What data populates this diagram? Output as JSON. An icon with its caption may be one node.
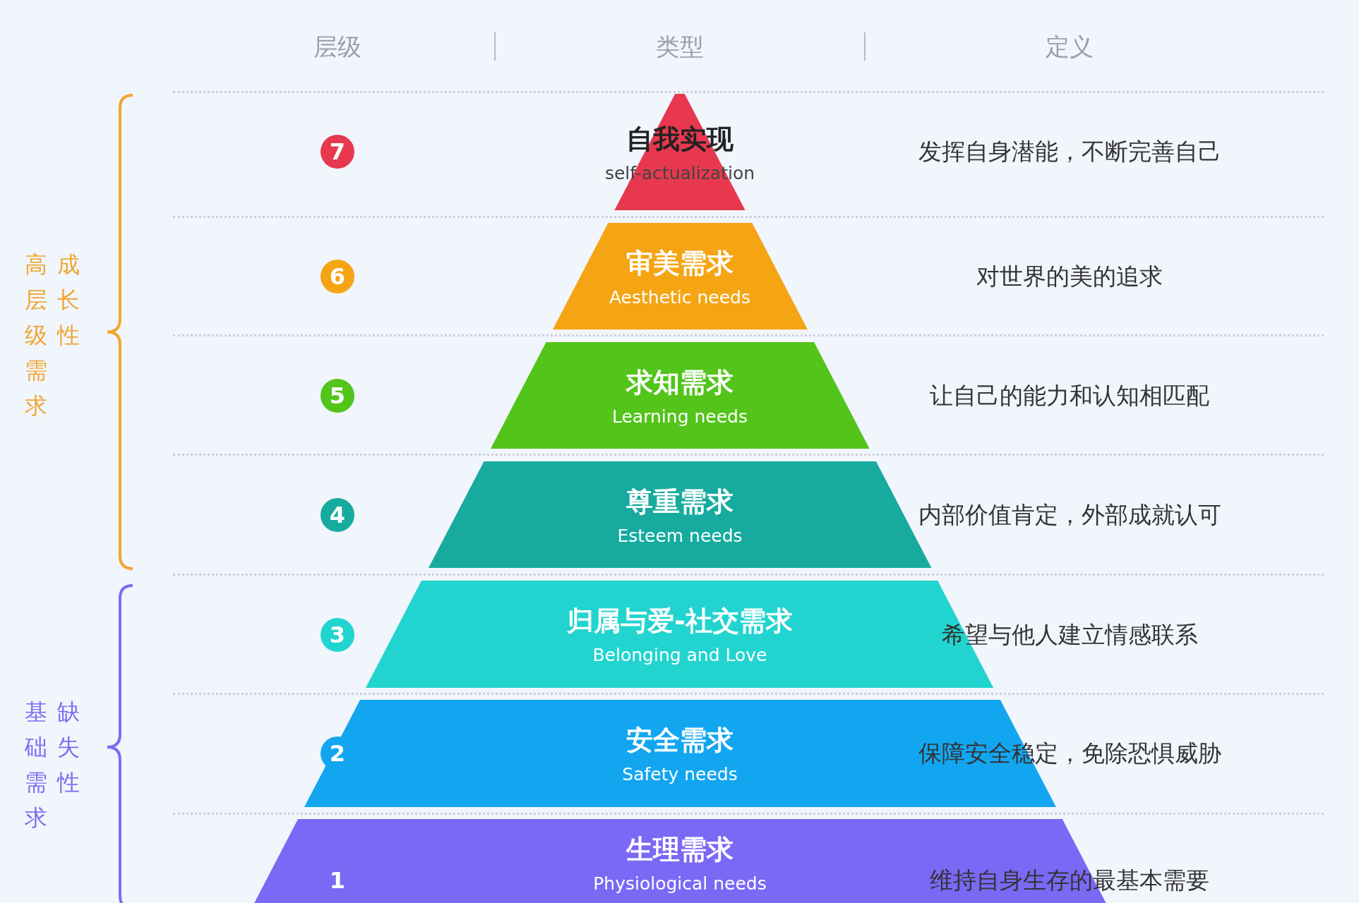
{
  "diagram": {
    "nodes": [
      {
        "text": [
          "自我实现",
          "self-actualization"
        ]
      },
      {
        "text": [
          "审美需求",
          "Aesthetic needs"
        ]
      },
      {
        "text": [
          "求知需求",
          "Learning needs"
        ]
      },
      {
        "text": [
          "尊重需求",
          "Esteem needs"
        ]
      },
      {
        "text": [
          "归属与爱-社交需求",
          "Belonging and Love"
        ]
      },
      {
        "text": [
          "安全需求",
          "Safety needs"
        ]
      },
      {
        "text": [
          "生理需求",
          "Physiological needs"
        ]
      }
    ],
    "edges": [],
    "labels": [
      "层级",
      "类型",
      "定义",
      "高层级需求",
      "成长性",
      "7",
      "发挥自身潜能，不断完善自己",
      "6",
      "对世界的美的追求",
      "5",
      "让自己的能力和认知相匹配",
      "4",
      "内部价值肯定，外部成就认可",
      "3",
      "希望与他人建立情感联系",
      "基础需求",
      "缺失性",
      "2",
      "保障安全稳定，免除恐惧威胁",
      "1",
      "维持自身生存的最基本需要"
    ]
  }
}
